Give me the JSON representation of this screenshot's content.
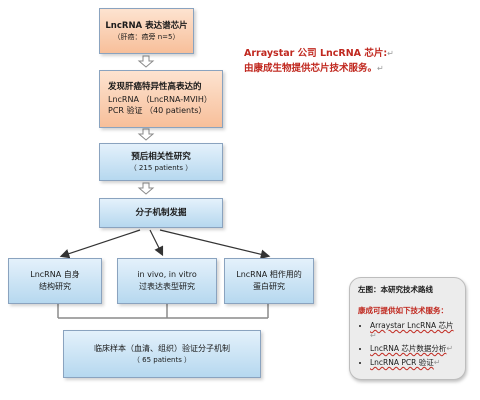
{
  "boxes": {
    "chip": {
      "line1": "LncRNA 表达谱芯片",
      "line2": "（肝癌：癌旁 n=5）"
    },
    "discover": {
      "line1": "发现肝癌特异性高表达的",
      "line2": "LncRNA  （LncRNA-MVIH）",
      "line3": "PCR 验证  （40 patients）"
    },
    "prognosis": {
      "line1": "预后相关性研究",
      "line2": "（ 215 patients ）"
    },
    "mechanism": {
      "line1": "分子机制发掘"
    },
    "structure": {
      "line1": "LncRNA 自身",
      "line2": "结构研究"
    },
    "expression": {
      "line1": "in vivo, in vitro",
      "line2": "过表达表型研究"
    },
    "protein": {
      "line1": "LncRNA 相作用的",
      "line2": "蛋白研究"
    },
    "clinical": {
      "line1": "临床样本（血清、组织）验证分子机制",
      "line2": "（ 65 patients ）"
    }
  },
  "note": {
    "line1": "Arraystar 公司 LncRNA 芯片:",
    "line2": "由康成生物提供芯片技术服务。"
  },
  "legend": {
    "title": "左图：本研究技术路线",
    "subtitle": "康成可提供如下技术服务：",
    "items": [
      "Arraystar LncRNA 芯片",
      "LncRNA 芯片数据分析",
      "LncRNA PCR  验证"
    ]
  },
  "colors": {
    "orange_fill": "#f7bf9a",
    "blue_fill": "#b6d8ef",
    "red_text": "#c0281f"
  }
}
